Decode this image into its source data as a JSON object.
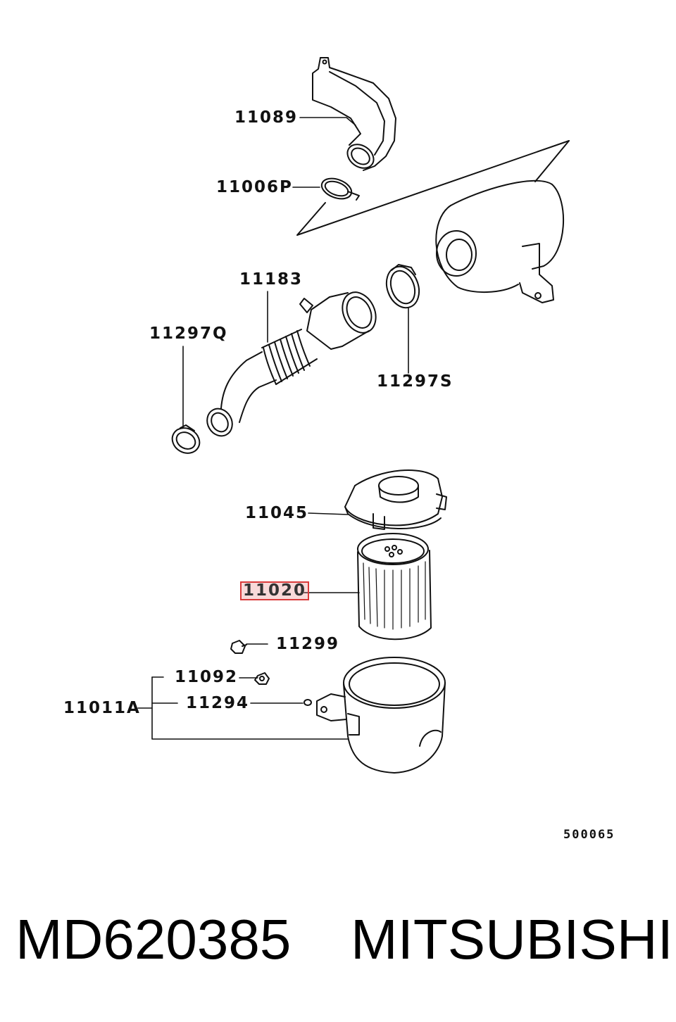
{
  "diagram": {
    "labels": [
      {
        "id": "11089",
        "text": "11089"
      },
      {
        "id": "11006P",
        "text": "11006P"
      },
      {
        "id": "11183",
        "text": "11183"
      },
      {
        "id": "11297Q",
        "text": "11297Q"
      },
      {
        "id": "11297S",
        "text": "11297S"
      },
      {
        "id": "11045",
        "text": "11045"
      },
      {
        "id": "11020",
        "text": "11020",
        "highlighted": true
      },
      {
        "id": "11299",
        "text": "11299"
      },
      {
        "id": "11092",
        "text": "11092"
      },
      {
        "id": "11011A",
        "text": "11011A"
      },
      {
        "id": "11294",
        "text": "11294"
      }
    ],
    "drawing_code": "500065",
    "highlight_color": "#d93a3a"
  },
  "footer": {
    "part_number": "MD620385",
    "brand": "MITSUBISHI"
  }
}
